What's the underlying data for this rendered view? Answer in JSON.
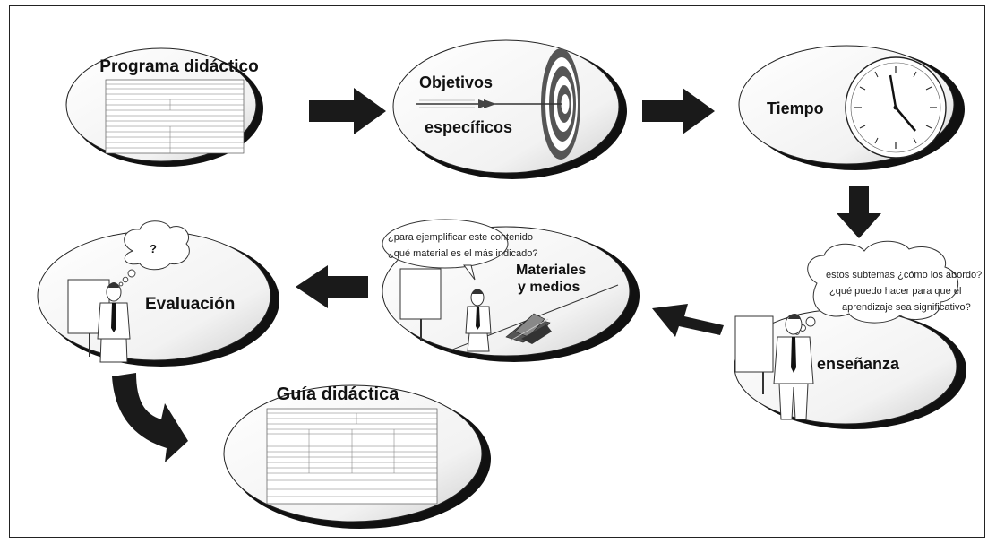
{
  "nodes": {
    "programa": {
      "title": "Programa didáctico"
    },
    "objetivos": {
      "title_line1": "Objetivos",
      "title_line2": "específicos"
    },
    "tiempo": {
      "title": "Tiempo"
    },
    "ensenanza": {
      "title": "enseñanza",
      "thought_line1": "estos subtemas ¿cómo los abordo?",
      "thought_line2": "¿qué puedo hacer para que el",
      "thought_line3": "aprendizaje sea significativo?"
    },
    "materiales": {
      "title_line1": "Materiales",
      "title_line2": "y medios",
      "speech_line1": "¿para ejemplificar este contenido",
      "speech_line2": "¿qué material es el más indicado?"
    },
    "evaluacion": {
      "title": "Evaluación",
      "thought": "?"
    },
    "guia": {
      "title": "Guía didáctica"
    }
  },
  "colors": {
    "arrow": "#1a1a1a",
    "ellipse_fill": "#ffffff",
    "ellipse_shadow": "#111111",
    "target_ring": "#555555"
  }
}
